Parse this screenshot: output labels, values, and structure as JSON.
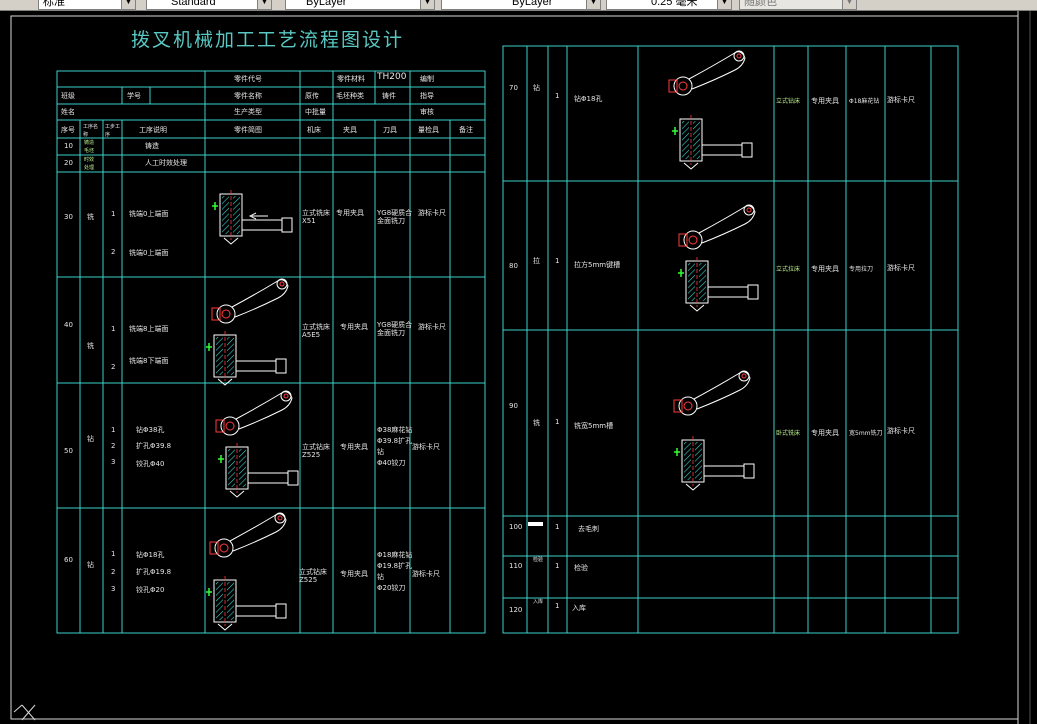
{
  "toolbar": {
    "combo1": "标准",
    "combo2": "Standard",
    "combo3": "ByLayer",
    "combo4": "ByLayer",
    "combo5": "0.25 毫米",
    "combo6": "随颜色"
  },
  "drawing": {
    "title": "拨叉机械加工工艺流程图设计",
    "header": {
      "part_code": "零件代号",
      "part_material": "零件材料",
      "material_value": "TH200",
      "compile": "编制",
      "class": "班级",
      "student_no": "学号",
      "part_name": "零件名称",
      "holder": "原传",
      "sheet_name": "毛坯种类",
      "casting": "铸件",
      "guide": "指导",
      "name": "姓名",
      "annual": "生产类型",
      "batch": "中批量",
      "review": "审核",
      "c_seq": "序号",
      "c_process": "工序名称",
      "c_step": "工步工序",
      "c_desc": "工序说明",
      "c_sketch": "零件简图",
      "c_machine": "机床",
      "c_fixture": "夹具",
      "c_tool": "刀具",
      "c_gauge": "量检具",
      "c_remark": "备注"
    },
    "left_rows": [
      {
        "seq": "10",
        "op": "铸造\n毛坯",
        "desc": "铸造"
      },
      {
        "seq": "20",
        "op": "时效\n处理",
        "desc": "人工时效处理"
      },
      {
        "seq": "30",
        "op": "铣",
        "steps": [
          "1",
          "2"
        ],
        "descs": [
          "铣端0上端面",
          "铣端0上端面"
        ],
        "machine": "立式铣床\nX51",
        "fixture": "专用夹具",
        "tool": "YG8硬质合\n金面铣刀",
        "gauge": "游标卡尺"
      },
      {
        "seq": "40",
        "op": "铣",
        "steps": [
          "1",
          "2"
        ],
        "descs": [
          "铣端8上端面",
          "铣端8下端面"
        ],
        "machine": "立式铣床\nA5E5",
        "fixture": "专用夹具",
        "tool": "YG8硬质合\n金面铣刀",
        "gauge": "游标卡尺"
      },
      {
        "seq": "50",
        "op": "钻",
        "steps": [
          "1",
          "2",
          "3"
        ],
        "descs": [
          "钻Φ38孔",
          "扩孔Φ39.8",
          "铰孔Φ40"
        ],
        "machine": "立式钻床\nZ525",
        "fixture": "专用夹具",
        "tool": "Φ38麻花钻\nΦ39.8扩孔\n钻\nΦ40铰刀",
        "gauge": "游标卡尺"
      },
      {
        "seq": "60",
        "op": "钻",
        "steps": [
          "1",
          "2",
          "3"
        ],
        "descs": [
          "钻Φ18孔",
          "扩孔Φ19.8",
          "铰孔Φ20"
        ],
        "machine": "立式钻床\nZ525",
        "fixture": "专用夹具",
        "tool": "Φ18麻花钻\nΦ19.8扩孔\n钻\nΦ20铰刀",
        "gauge": "游标卡尺"
      }
    ],
    "right_rows": [
      {
        "seq": "70",
        "op": "钻",
        "step": "1",
        "desc": "钻Φ18孔",
        "machine": "立式钻床",
        "fixture": "专用夹具",
        "tool": "Φ18麻花钻",
        "gauge": "游标卡尺"
      },
      {
        "seq": "80",
        "op": "拉",
        "step": "1",
        "desc": "拉方5mm键槽",
        "machine": "立式拉床",
        "fixture": "专用夹具",
        "tool": "专用拉刀",
        "gauge": "游标卡尺"
      },
      {
        "seq": "90",
        "op": "铣",
        "step": "1",
        "desc": "铣宽5mm槽",
        "machine": "卧式铣床",
        "fixture": "专用夹具",
        "tool": "宽5mm铣刀",
        "gauge": "游标卡尺"
      },
      {
        "seq": "100",
        "op": "",
        "step": "1",
        "desc": "去毛刺"
      },
      {
        "seq": "110",
        "op": "检验",
        "step": "1",
        "desc": "检验"
      },
      {
        "seq": "120",
        "op": "入库",
        "step": "1",
        "desc": "入库"
      }
    ]
  }
}
